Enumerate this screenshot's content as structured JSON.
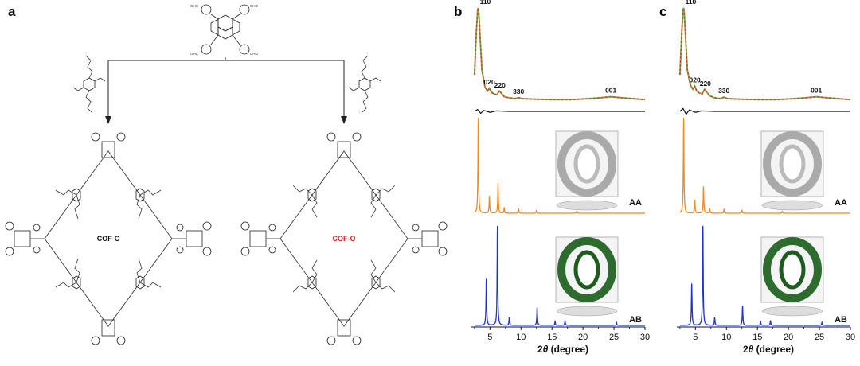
{
  "panels": {
    "a": {
      "label": "a",
      "cof_c": "COF-C",
      "cof_o": "COF-O",
      "aldehyde_group": "OHC",
      "aldehyde_group_right": "CHO"
    },
    "b": {
      "label": "b"
    },
    "c": {
      "label": "c"
    }
  },
  "colors": {
    "pyrene": "#b8e39b",
    "linker_c": "#6ab3e3",
    "linker_o": "#f5e06a",
    "experimental": "#d43a2a",
    "refined": "#7ab648",
    "difference": "#111111",
    "simulated_aa": "#f28a1e",
    "simulated_ab": "#1a33d6",
    "cof_o_label": "#e0201c"
  },
  "chart_data": [
    {
      "panel": "b",
      "type": "line",
      "xlabel_prefix": "2",
      "xlabel_theta": "θ",
      "xlabel_suffix": " (degree)",
      "xlim": [
        2,
        30
      ],
      "xticks": [
        5,
        10,
        15,
        20,
        25,
        30
      ],
      "peak_labels": [
        {
          "text": "110",
          "x": 3.1
        },
        {
          "text": "020",
          "x": 4.9
        },
        {
          "text": "220",
          "x": 6.6
        },
        {
          "text": "330",
          "x": 9.6
        },
        {
          "text": "001",
          "x": 24.5
        }
      ],
      "stack_labels": [
        "AA",
        "AB"
      ],
      "series": [
        {
          "name": "",
          "role": "experimental",
          "x": [
            2.5,
            2.8,
            3.0,
            3.1,
            3.2,
            3.4,
            3.7,
            4.2,
            4.6,
            4.9,
            5.2,
            5.6,
            6.1,
            6.5,
            6.8,
            7.3,
            8.0,
            9.0,
            9.6,
            10.2,
            12,
            15,
            18,
            21,
            23,
            24.5,
            26,
            28,
            30
          ],
          "y": [
            0.3,
            0.75,
            0.98,
            1.0,
            0.95,
            0.7,
            0.35,
            0.17,
            0.13,
            0.16,
            0.12,
            0.1,
            0.09,
            0.13,
            0.11,
            0.07,
            0.06,
            0.05,
            0.06,
            0.05,
            0.045,
            0.04,
            0.04,
            0.05,
            0.06,
            0.07,
            0.06,
            0.05,
            0.04
          ]
        },
        {
          "name": "",
          "role": "difference",
          "x": [
            2.5,
            3,
            3.5,
            4,
            5,
            6,
            8,
            10,
            15,
            20,
            25,
            30
          ],
          "y": [
            0.0,
            0.02,
            -0.02,
            0.01,
            -0.01,
            0.005,
            0,
            0,
            0,
            0,
            0,
            0
          ]
        },
        {
          "name": "",
          "role": "simulated_aa",
          "x": [
            3.1,
            4.9,
            6.3,
            7.3,
            9.6,
            12.5,
            19.0
          ],
          "y": [
            1.0,
            0.18,
            0.32,
            0.06,
            0.05,
            0.03,
            0.02
          ]
        },
        {
          "name": "",
          "role": "simulated_ab",
          "x": [
            4.4,
            6.2,
            8.1,
            12.6,
            15.5,
            17.1,
            25.4
          ],
          "y": [
            0.47,
            1.0,
            0.08,
            0.18,
            0.04,
            0.05,
            0.03
          ]
        }
      ]
    },
    {
      "panel": "c",
      "type": "line",
      "xlabel_prefix": "2",
      "xlabel_theta": "θ",
      "xlabel_suffix": " (degree)",
      "xlim": [
        2,
        30
      ],
      "xticks": [
        5,
        10,
        15,
        20,
        25,
        30
      ],
      "peak_labels": [
        {
          "text": "110",
          "x": 3.1
        },
        {
          "text": "020",
          "x": 4.9
        },
        {
          "text": "220",
          "x": 6.6
        },
        {
          "text": "330",
          "x": 9.6
        },
        {
          "text": "001",
          "x": 24.5
        }
      ],
      "stack_labels": [
        "AA",
        "AB"
      ],
      "series": [
        {
          "name": "",
          "role": "experimental",
          "x": [
            2.5,
            2.8,
            3.0,
            3.1,
            3.2,
            3.4,
            3.7,
            4.2,
            4.6,
            4.9,
            5.2,
            5.6,
            6.1,
            6.5,
            6.8,
            7.3,
            8.0,
            9.0,
            9.6,
            10.2,
            12,
            15,
            18,
            21,
            23,
            24.5,
            26,
            28,
            30
          ],
          "y": [
            0.3,
            0.75,
            0.98,
            1.0,
            0.95,
            0.7,
            0.35,
            0.19,
            0.15,
            0.18,
            0.13,
            0.11,
            0.1,
            0.15,
            0.12,
            0.08,
            0.06,
            0.05,
            0.065,
            0.05,
            0.045,
            0.04,
            0.04,
            0.05,
            0.06,
            0.07,
            0.06,
            0.05,
            0.04
          ]
        },
        {
          "name": "",
          "role": "difference",
          "x": [
            2.5,
            3,
            3.5,
            4,
            5,
            6,
            8,
            10,
            15,
            20,
            25,
            30
          ],
          "y": [
            0.0,
            0.03,
            -0.03,
            0.015,
            -0.01,
            0.005,
            0,
            0,
            0,
            0,
            0,
            0
          ]
        },
        {
          "name": "",
          "role": "simulated_aa",
          "x": [
            3.1,
            4.9,
            6.3,
            7.3,
            9.6,
            12.5,
            19.0
          ],
          "y": [
            1.0,
            0.14,
            0.28,
            0.05,
            0.04,
            0.03,
            0.02
          ]
        },
        {
          "name": "",
          "role": "simulated_ab",
          "x": [
            4.4,
            6.2,
            8.1,
            12.6,
            15.5,
            17.1,
            25.4
          ],
          "y": [
            0.42,
            1.0,
            0.08,
            0.2,
            0.04,
            0.05,
            0.03
          ]
        }
      ]
    }
  ]
}
